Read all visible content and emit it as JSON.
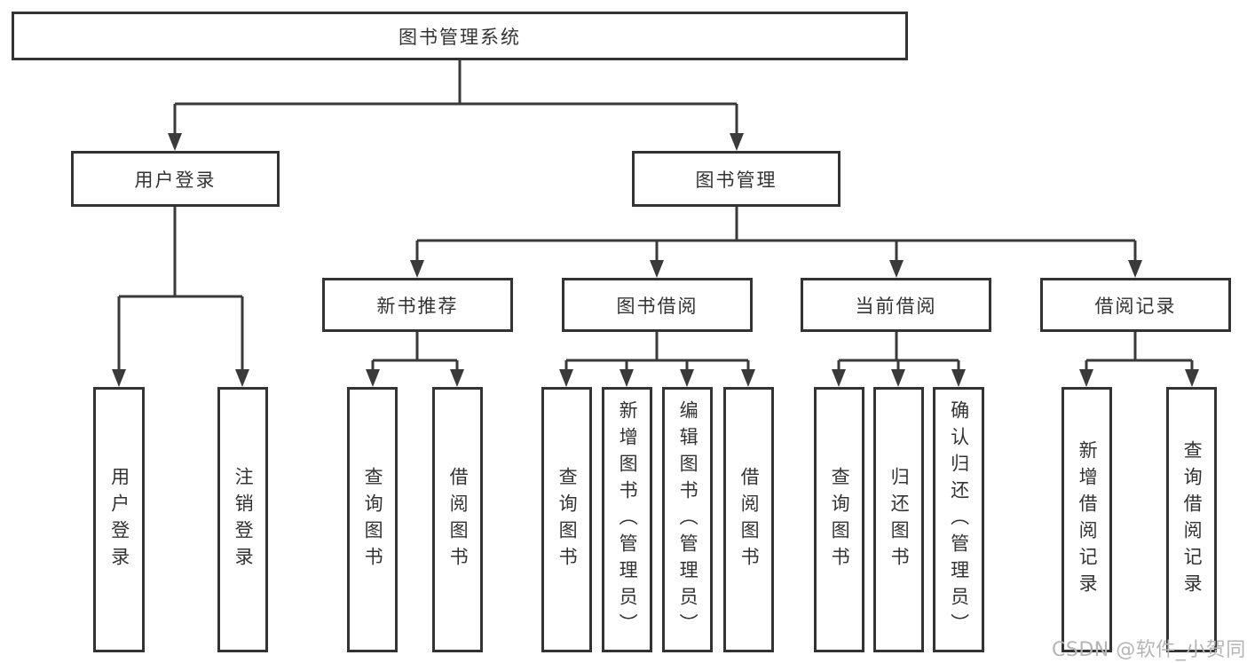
{
  "tree": {
    "root": {
      "label": "图书管理系统",
      "children": [
        {
          "label": "用户登录",
          "children": [
            {
              "label": "用户登录"
            },
            {
              "label": "注销登录"
            }
          ]
        },
        {
          "label": "图书管理",
          "children": [
            {
              "label": "新书推荐",
              "children": [
                {
                  "label": "查询图书"
                },
                {
                  "label": "借阅图书"
                }
              ]
            },
            {
              "label": "图书借阅",
              "children": [
                {
                  "label": "查询图书"
                },
                {
                  "label": "新增图书（管理员）"
                },
                {
                  "label": "编辑图书（管理员）"
                },
                {
                  "label": "借阅图书"
                }
              ]
            },
            {
              "label": "当前借阅",
              "children": [
                {
                  "label": "查询图书"
                },
                {
                  "label": "归还图书"
                },
                {
                  "label": "确认归还（管理员）"
                }
              ]
            },
            {
              "label": "借阅记录",
              "children": [
                {
                  "label": "新增借阅记录"
                },
                {
                  "label": "查询借阅记录"
                }
              ]
            }
          ]
        }
      ]
    }
  },
  "watermark": {
    "text": "CSDN @软件_小贺同学"
  },
  "colors": {
    "line": "#3a3a3a",
    "box_border": "#333333",
    "box_fill": "#ffffff",
    "text": "#333333",
    "watermark_color": "#b5b5b5",
    "background": "#ffffff"
  }
}
